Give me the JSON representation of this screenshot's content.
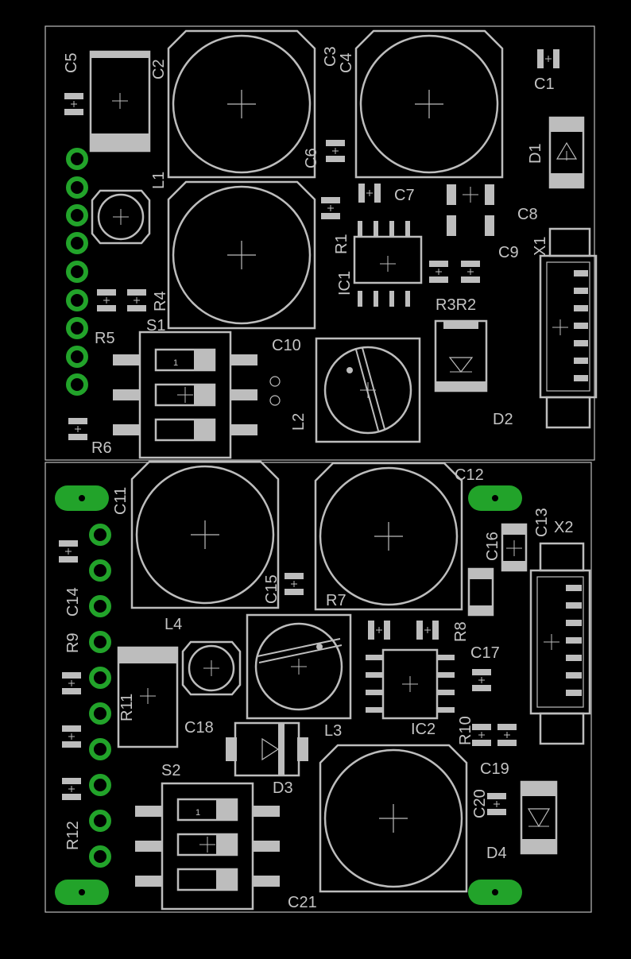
{
  "board": {
    "colors": {
      "background": "#000000",
      "silkscreen": "#bdbdbd",
      "copper": "#22a32a"
    },
    "labels": {
      "C1": "C1",
      "C2": "C2",
      "C3": "C3",
      "C4": "C4",
      "C5": "C5",
      "C6": "C6",
      "C7": "C7",
      "C8": "C8",
      "C9": "C9",
      "C10": "C10",
      "C11": "C11",
      "C12": "C12",
      "C13": "C13",
      "C14": "C14",
      "C15": "C15",
      "C16": "C16",
      "C17": "C17",
      "C18": "C18",
      "C19": "C19",
      "C20": "C20",
      "C21": "C21",
      "D1": "D1",
      "D2": "D2",
      "D3": "D3",
      "D4": "D4",
      "IC1": "IC1",
      "IC2": "IC2",
      "L1": "L1",
      "L2": "L2",
      "L3": "L3",
      "L4": "L4",
      "R1": "R1",
      "R3R2": "R3R2",
      "R4": "R4",
      "R5": "R5",
      "R6": "R6",
      "R7": "R7",
      "R8": "R8",
      "R9": "R9",
      "R10": "R10",
      "R11": "R11",
      "R12": "R12",
      "S1": "S1",
      "S2": "S2",
      "X1": "X1",
      "X2": "X2",
      "pin1": "1"
    }
  }
}
